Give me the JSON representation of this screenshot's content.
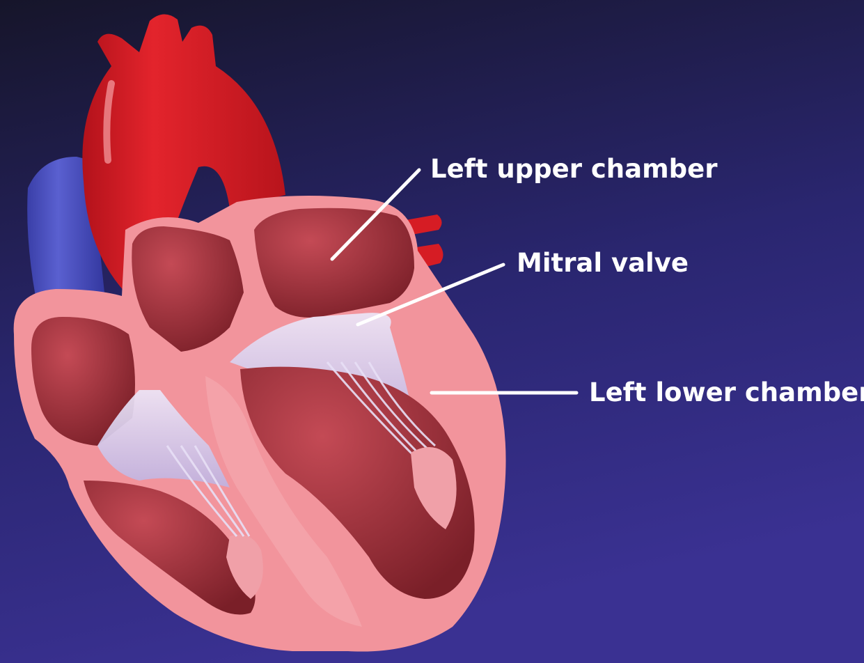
{
  "labels": {
    "left_upper_chamber": "Left upper chamber",
    "mitral_valve": "Mitral valve",
    "left_lower_chamber": "Left lower chamber"
  },
  "colors": {
    "background_top": "#1a1830",
    "background_bottom": "#3a3090",
    "artery_red": "#d81e26",
    "vein_blue": "#4a4fc0",
    "muscle_pink": "#f2939b",
    "chamber_dark": "#8f2a34",
    "valve_lavender": "#d9cfee",
    "label_white": "#ffffff"
  },
  "icons": [
    "heart-cross-section-illustration"
  ]
}
